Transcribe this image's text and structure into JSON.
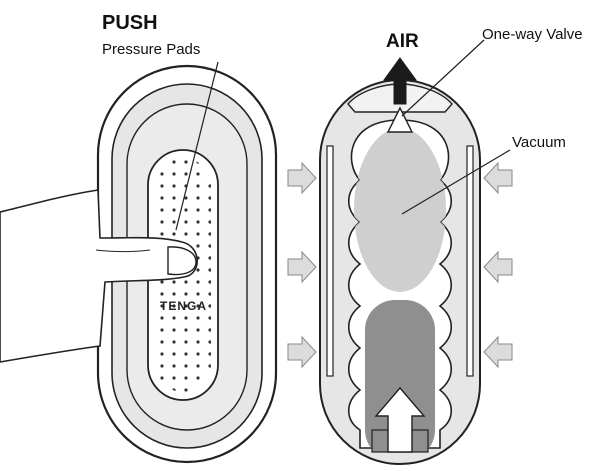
{
  "labels": {
    "push": "PUSH",
    "pressure_pads": "Pressure Pads",
    "air": "AIR",
    "one_way_valve": "One-way Valve",
    "vacuum": "Vacuum",
    "brand": "TENGA"
  },
  "colors": {
    "outline": "#222222",
    "body_fill": "#e6e6e6",
    "inner_fill": "#ffffff",
    "dark_fill": "#8f8f8f",
    "light_fill": "#cfcfcf",
    "arrow_fill": "#dcdcdc",
    "air_arrow": "#1a1a1a"
  }
}
